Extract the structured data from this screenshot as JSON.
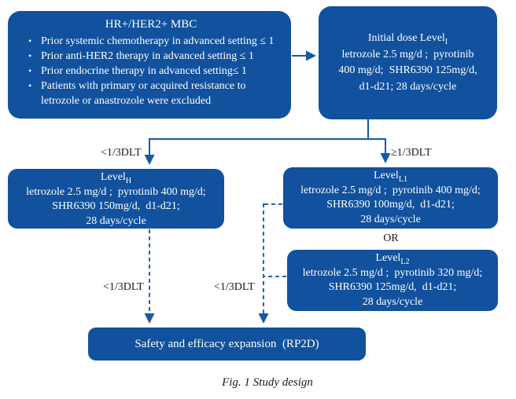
{
  "colors": {
    "box_blue": "#11519e",
    "connector_blue": "#1658a7",
    "dashed_blue": "#2565b4",
    "box_text": "#ffffff",
    "label_text": "#1a1a1a"
  },
  "eligibility": {
    "title": "HR+/HER2+ MBC",
    "bullet_char": "•",
    "bullets": [
      "Prior systemic chemotherapy in advanced setting ≤ 1",
      "Prior anti-HER2 therapy in advanced setting ≤ 1",
      "Prior endocrine therapy in advanced setting≤ 1",
      "Patients with primary or acquired resistance to letrozole or anastrozole were excluded"
    ]
  },
  "initial_dose": {
    "title_main": "Initial dose Level",
    "title_sub": "I",
    "lines": [
      "letrozole 2.5 mg/d ;  pyrotinib",
      "400 mg/d;  SHR6390 125mg/d,",
      "d1-d21; 28 days/cycle"
    ]
  },
  "branches": {
    "left_label": "<1/3DLT",
    "right_label": "≥1/3DLT"
  },
  "level_h": {
    "title_main": "Level",
    "title_sub": "H",
    "lines": [
      "letrozole 2.5 mg/d ;  pyrotinib 400 mg/d;",
      "SHR6390 150mg/d,  d1-d21;",
      "28 days/cycle"
    ]
  },
  "level_l1": {
    "title_main": "Level",
    "title_sub": "L1",
    "lines": [
      "letrozole 2.5 mg/d ;  pyrotinib 400 mg/d;",
      "SHR6390 100mg/d,  d1-d21;",
      "28 days/cycle"
    ]
  },
  "or_label": "OR",
  "level_l2": {
    "title_main": "Level",
    "title_sub": "L2",
    "lines": [
      "letrozole 2.5 mg/d ;  pyrotinib 320 mg/d;",
      "SHR6390 125mg/d,  d1-d21;",
      "28 days/cycle"
    ]
  },
  "expansion": {
    "left_label": "<1/3DLT",
    "right_label": "<1/3DLT"
  },
  "safety": {
    "label": "Safety and efficacy expansion  (RP2D)"
  },
  "caption": "Fig. 1 Study design"
}
